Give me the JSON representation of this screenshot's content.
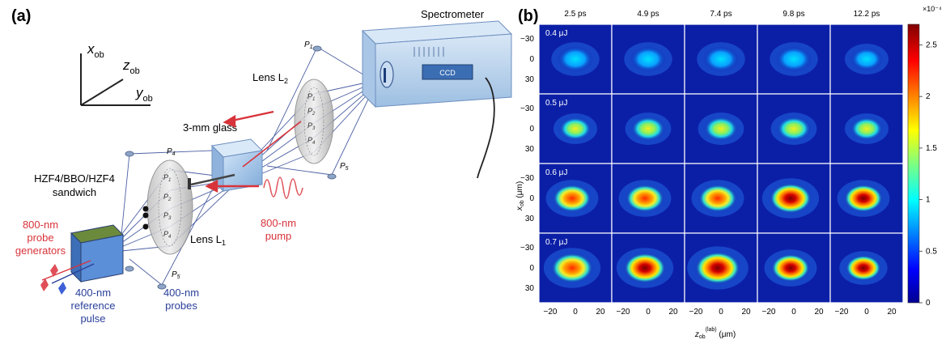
{
  "panel_a": {
    "label": "(a)",
    "axes": {
      "x": "x",
      "x_sub": "ob",
      "y": "y",
      "y_sub": "ob",
      "z": "z",
      "z_sub": "ob"
    },
    "spectrometer": "Spectrometer",
    "ccd": "CCD",
    "lens2": "Lens L",
    "lens2_sub": "2",
    "lens1": "Lens L",
    "lens1_sub": "1",
    "glass": "3-mm glass",
    "sandwich_line1": "HZF4/BBO/HZF4",
    "sandwich_line2": "sandwich",
    "probe_gen": [
      "800-nm",
      "probe",
      "generators"
    ],
    "reference": [
      "400-nm",
      "reference",
      "pulse"
    ],
    "probes": [
      "400-nm",
      "probes"
    ],
    "pump": [
      "800-nm",
      "pump"
    ],
    "p_labels": [
      "P1",
      "P2",
      "P3",
      "P4",
      "P5"
    ]
  },
  "panel_b": {
    "label": "(b)",
    "columns": [
      "2.5 ps",
      "4.9 ps",
      "7.4 ps",
      "9.8 ps",
      "12.2 ps"
    ],
    "rows": [
      "0.4 μJ",
      "0.5 μJ",
      "0.6 μJ",
      "0.7 μJ"
    ],
    "y_ticks": [
      "−30",
      "0",
      "30"
    ],
    "x_ticks": [
      "−20",
      "0",
      "20"
    ],
    "ylabel": "x",
    "ylabel_sub": "ob",
    "ylabel_unit": "(μm)",
    "xlabel": "z",
    "xlabel_sub": "ob",
    "xlabel_sup": "(lab)",
    "xlabel_unit": "(μm)",
    "colorbar_exp": "×10⁻⁴",
    "colorbar_ticks": [
      "2.5",
      "2",
      "1.5",
      "1",
      "0.5",
      "0"
    ],
    "colorbar_range": [
      0,
      2.7
    ]
  }
}
